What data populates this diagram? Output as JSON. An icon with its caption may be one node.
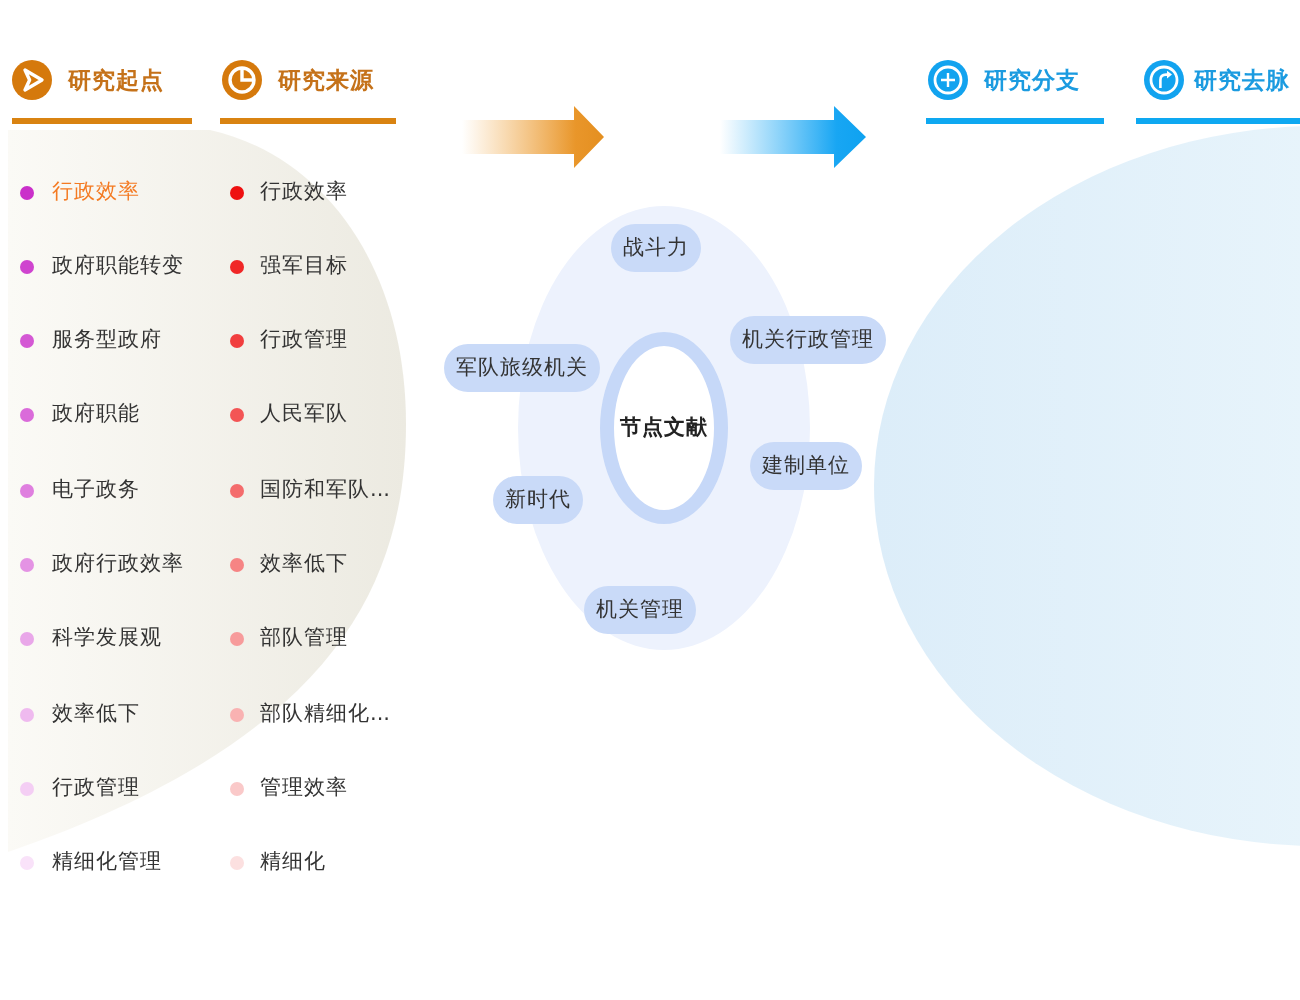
{
  "diagram": {
    "nodes": [
      {
        "text": [
          "节点文献"
        ]
      },
      {
        "text": [
          "战斗力"
        ]
      },
      {
        "text": [
          "机关行政管理"
        ]
      },
      {
        "text": [
          "军队旅级机关"
        ]
      },
      {
        "text": [
          "建制单位"
        ]
      },
      {
        "text": [
          "新时代"
        ]
      },
      {
        "text": [
          "机关管理"
        ]
      }
    ],
    "labels": [
      "研究起点",
      "行政效率",
      "政府职能转变",
      "服务型政府",
      "政府职能",
      "电子政务",
      "政府行政效率",
      "科学发展观",
      "效率低下",
      "行政管理",
      "精细化管理",
      "研究来源",
      "行政效率",
      "强军目标",
      "行政管理",
      "人民军队",
      "国防和军队...",
      "效率低下",
      "部队管理",
      "部队精细化...",
      "管理效率",
      "精细化",
      "研究分支",
      "研究去脉"
    ]
  }
}
